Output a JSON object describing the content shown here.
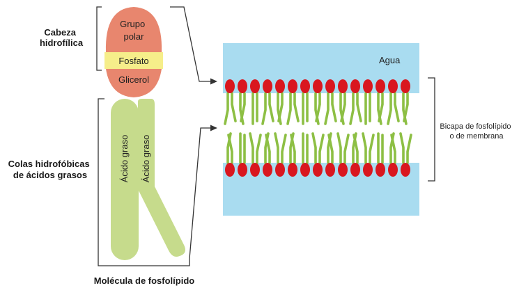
{
  "molecule": {
    "head_label": [
      "Cabeza",
      "hidrofílica"
    ],
    "tails_label": [
      "Colas hidrofóbicas",
      "de  ácidos grasos"
    ],
    "polar_group": [
      "Grupo",
      "polar"
    ],
    "phosphate": "Fosfato",
    "glycerol": "Glicerol",
    "fatty_acid_1": "Ácido graso",
    "fatty_acid_2": "Ácido graso",
    "caption": "Molécula de fosfolípido"
  },
  "bilayer": {
    "water_label": "Agua",
    "label": [
      "Bicapa de fosfolípido",
      "o de membrana"
    ],
    "heads_per_row": 15
  },
  "colors": {
    "head": "#e8866e",
    "phosphate": "#f6ee8a",
    "tail": "#c6db8c",
    "water": "#a9dcf0",
    "bilayer_head": "#d9171f",
    "bilayer_tail": "#8dbf44",
    "line": "#333333"
  }
}
